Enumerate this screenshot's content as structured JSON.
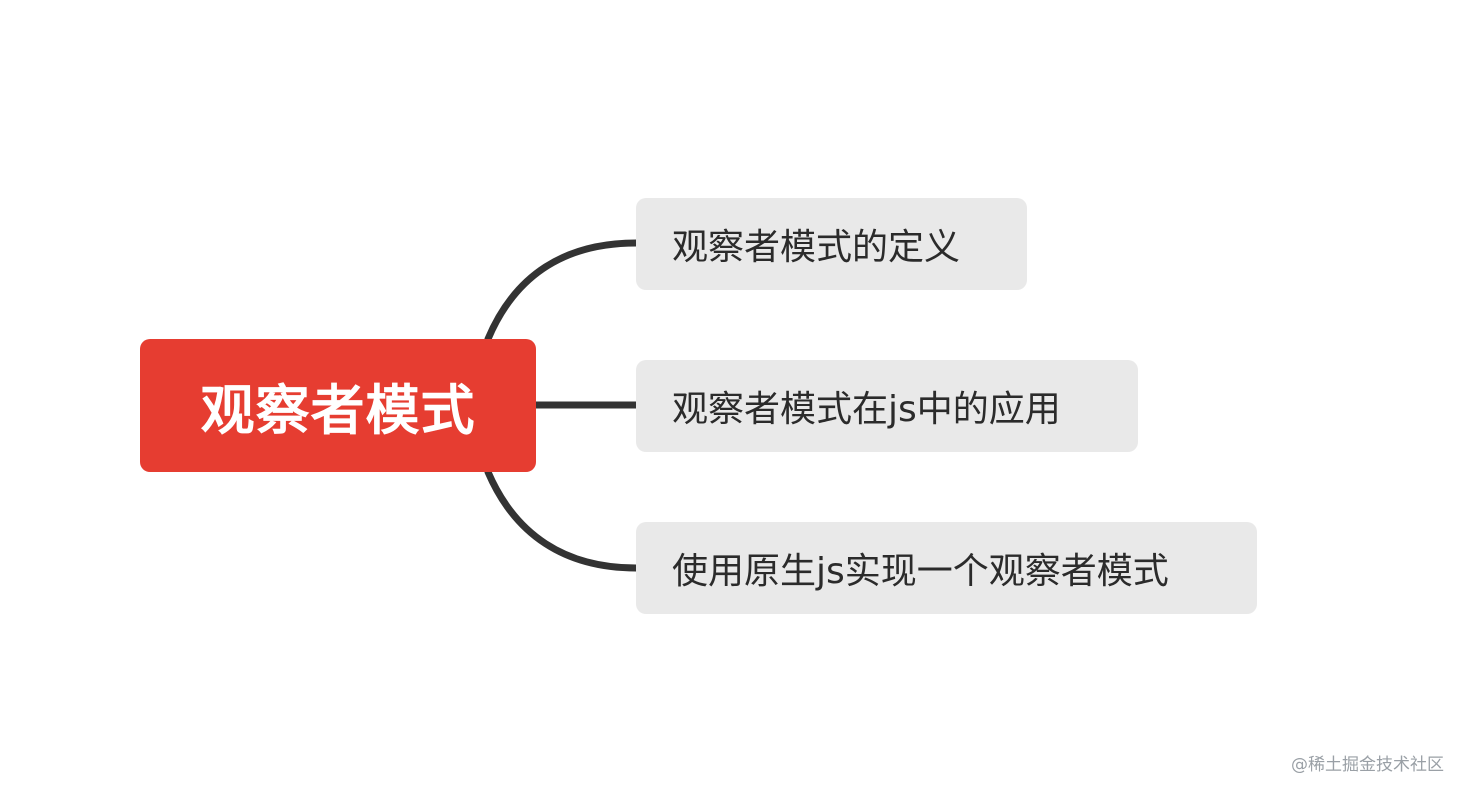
{
  "mindmap": {
    "root": {
      "label": "观察者模式",
      "color": "#e63d31"
    },
    "children": [
      {
        "label": "观察者模式的定义"
      },
      {
        "label": "观察者模式在js中的应用"
      },
      {
        "label": "使用原生js实现一个观察者模式"
      }
    ],
    "connector_color": "#333333",
    "child_background": "#e9e9e9"
  },
  "watermark": "@稀土掘金技术社区"
}
